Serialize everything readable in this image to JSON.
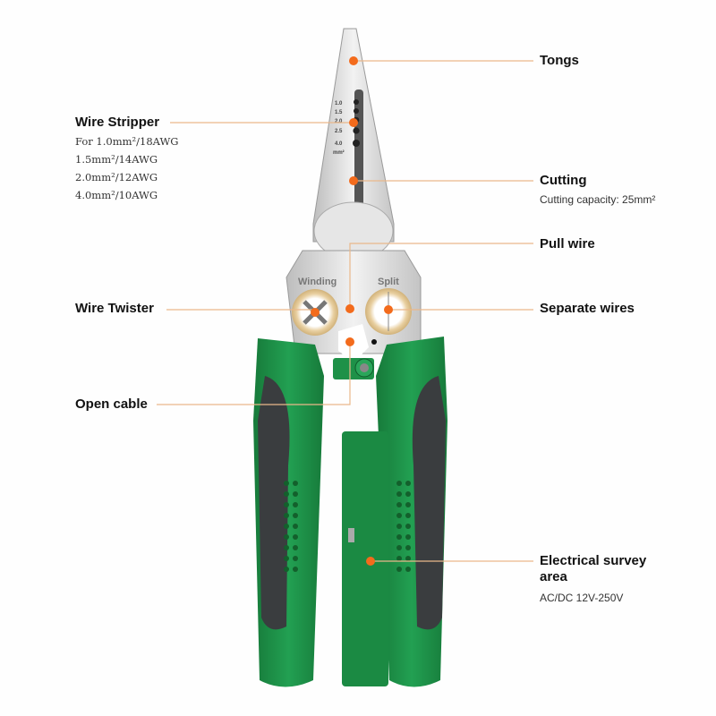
{
  "product": "Multi-function wire stripping pliers",
  "colors": {
    "accent_orange": "#f36b1c",
    "leader_line": "#eab88a",
    "handle_green": "#1e9148",
    "handle_dark": "#3a3d3f",
    "steel": "#d6d6d6"
  },
  "tool_markings": {
    "winding": "Winding",
    "split": "Split",
    "gauge_sizes": [
      "1.0",
      "1.5",
      "2.0",
      "2.5",
      "4.0"
    ],
    "gauge_unit": "mm²"
  },
  "callouts": [
    {
      "id": "tongs",
      "title": "Tongs",
      "side": "right",
      "details": []
    },
    {
      "id": "wire-stripper",
      "title": "Wire Stripper",
      "side": "left",
      "details": [
        "For 1.0mm²/18AWG",
        "1.5mm²/14AWG",
        "2.0mm²/12AWG",
        "4.0mm²/10AWG"
      ]
    },
    {
      "id": "cutting",
      "title": "Cutting",
      "side": "right",
      "details": [
        "Cutting capacity: 25mm²"
      ]
    },
    {
      "id": "pull-wire",
      "title": "Pull wire",
      "side": "right",
      "details": []
    },
    {
      "id": "wire-twister",
      "title": "Wire Twister",
      "side": "left",
      "details": []
    },
    {
      "id": "separate-wires",
      "title": "Separate wires",
      "side": "right",
      "details": []
    },
    {
      "id": "open-cable",
      "title": "Open cable",
      "side": "left",
      "details": []
    },
    {
      "id": "electrical-survey",
      "title": "Electrical survey area",
      "side": "right",
      "details": [
        "AC/DC 12V-250V"
      ]
    }
  ]
}
